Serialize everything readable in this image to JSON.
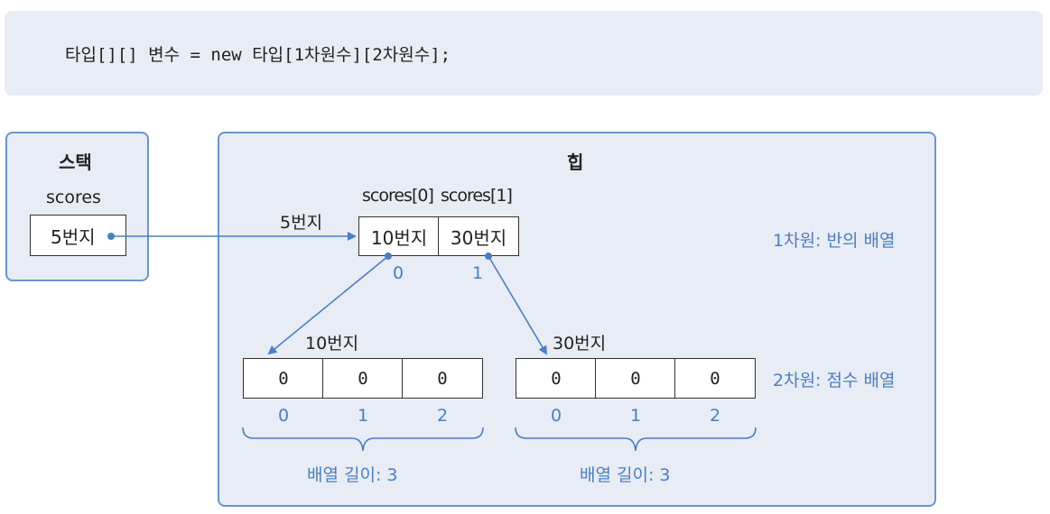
{
  "code": "타입[][] 변수 = new 타입[1차원수][2차원수];",
  "stack": {
    "title": "스택",
    "var_name": "scores",
    "var_value": "5번지"
  },
  "heap": {
    "title": "힙",
    "outer_address": "5번지",
    "outer_headers": [
      "scores[0]",
      "scores[1]"
    ],
    "outer_cells": [
      "10번지",
      "30번지"
    ],
    "outer_indices": [
      "0",
      "1"
    ],
    "outer_caption": "1차원: 반의 배열",
    "inner_arrays": [
      {
        "address": "10번지",
        "cells": [
          "0",
          "0",
          "0"
        ],
        "indices": [
          "0",
          "1",
          "2"
        ],
        "length_label": "배열 길이: 3"
      },
      {
        "address": "30번지",
        "cells": [
          "0",
          "0",
          "0"
        ],
        "indices": [
          "0",
          "1",
          "2"
        ],
        "length_label": "배열 길이: 3"
      }
    ],
    "inner_caption": "2차원: 점수 배열"
  },
  "colors": {
    "accent": "#4a7fc0",
    "panel_bg": "#e8ecf4",
    "panel_border": "#6b95c8"
  }
}
